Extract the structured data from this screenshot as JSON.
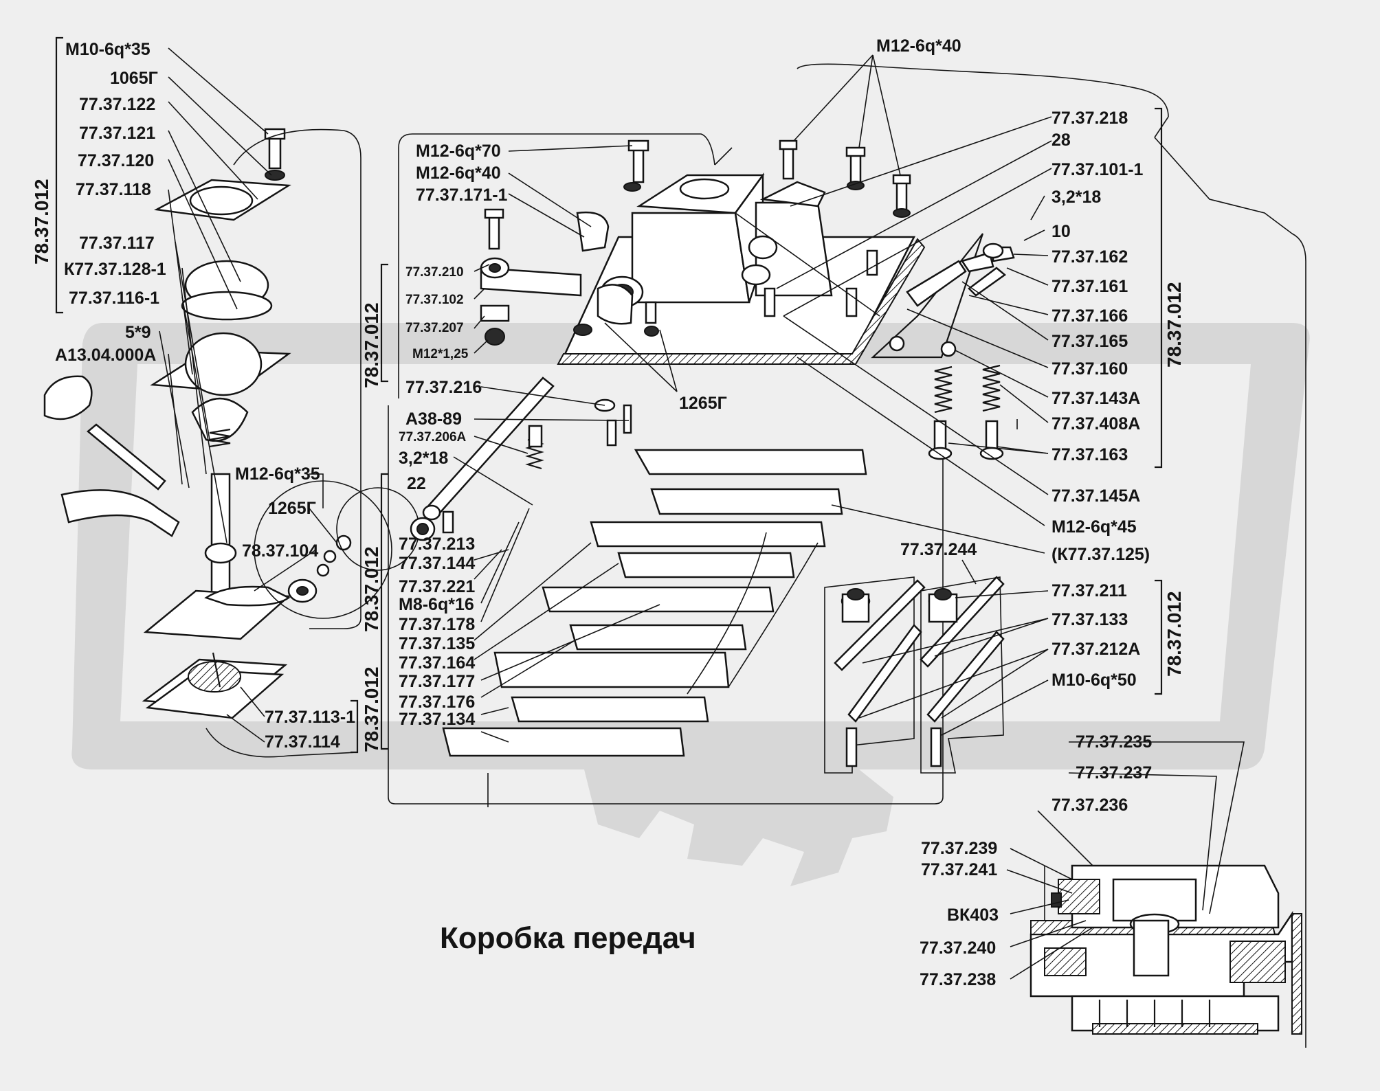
{
  "title": "Коробка передач",
  "colors": {
    "ink": "#141414",
    "background": "#efefef",
    "watermark": "#d7d7d7"
  },
  "group_labels": {
    "left": "78.37.012",
    "mid_upper": "78.37.012",
    "mid_lower": "78.37.012",
    "mid_bottom": "78.37.012",
    "right_upper": "78.37.012",
    "right_lower": "78.37.012"
  },
  "labels": {
    "l1": "М10-6q*35",
    "l2": "1065Г",
    "l3": "77.37.122",
    "l4": "77.37.121",
    "l5": "77.37.120",
    "l6": "77.37.118",
    "l7": "77.37.117",
    "l8": "К77.37.128-1",
    "l9": "77.37.116-1",
    "l10": "5*9",
    "l11": "А13.04.000А",
    "l12": "М12-6q*35",
    "l13": "1265Г",
    "l14": "78.37.104",
    "l15": "77.37.113-1",
    "l16": "77.37.114",
    "m1": "М12-6q*70",
    "m2": "М12-6q*40",
    "m3": "77.37.171-1",
    "m4": "77.37.210",
    "m5": "77.37.102",
    "m6": "77.37.207",
    "m7": "М12*1,25",
    "m8": "77.37.216",
    "m9": "А38-89",
    "m10": "77.37.206А",
    "m11": "3,2*18",
    "m12": "22",
    "m13": "77.37.213",
    "m14": "77.37.144",
    "m15": "77.37.221",
    "m16": "М8-6q*16",
    "m17": "77.37.178",
    "m18": "77.37.135",
    "m19": "77.37.164",
    "m20": "77.37.177",
    "m21": "77.37.176",
    "m22": "77.37.134",
    "m23": "1265Г",
    "t1": "М12-6q*40",
    "r1": "77.37.218",
    "r2": "28",
    "r3": "77.37.101-1",
    "r4": "3,2*18",
    "r5": "10",
    "r6": "77.37.162",
    "r7": "77.37.161",
    "r8": "77.37.166",
    "r9": "77.37.165",
    "r10": "77.37.160",
    "r11": "77.37.143А",
    "r12": "77.37.408А",
    "r13": "77.37.163",
    "r14": "77.37.145А",
    "r15": "М12-6q*45",
    "r16": "(К77.37.125)",
    "r17": "77.37.244",
    "r18": "77.37.211",
    "r19": "77.37.133",
    "r20": "77.37.212А",
    "r21": "М10-6q*50",
    "b1": "77.37.235",
    "b2": "77.37.237",
    "b3": "77.37.236",
    "b4": "77.37.239",
    "b5": "77.37.241",
    "b6": "ВК403",
    "b7": "77.37.240",
    "b8": "77.37.238"
  }
}
